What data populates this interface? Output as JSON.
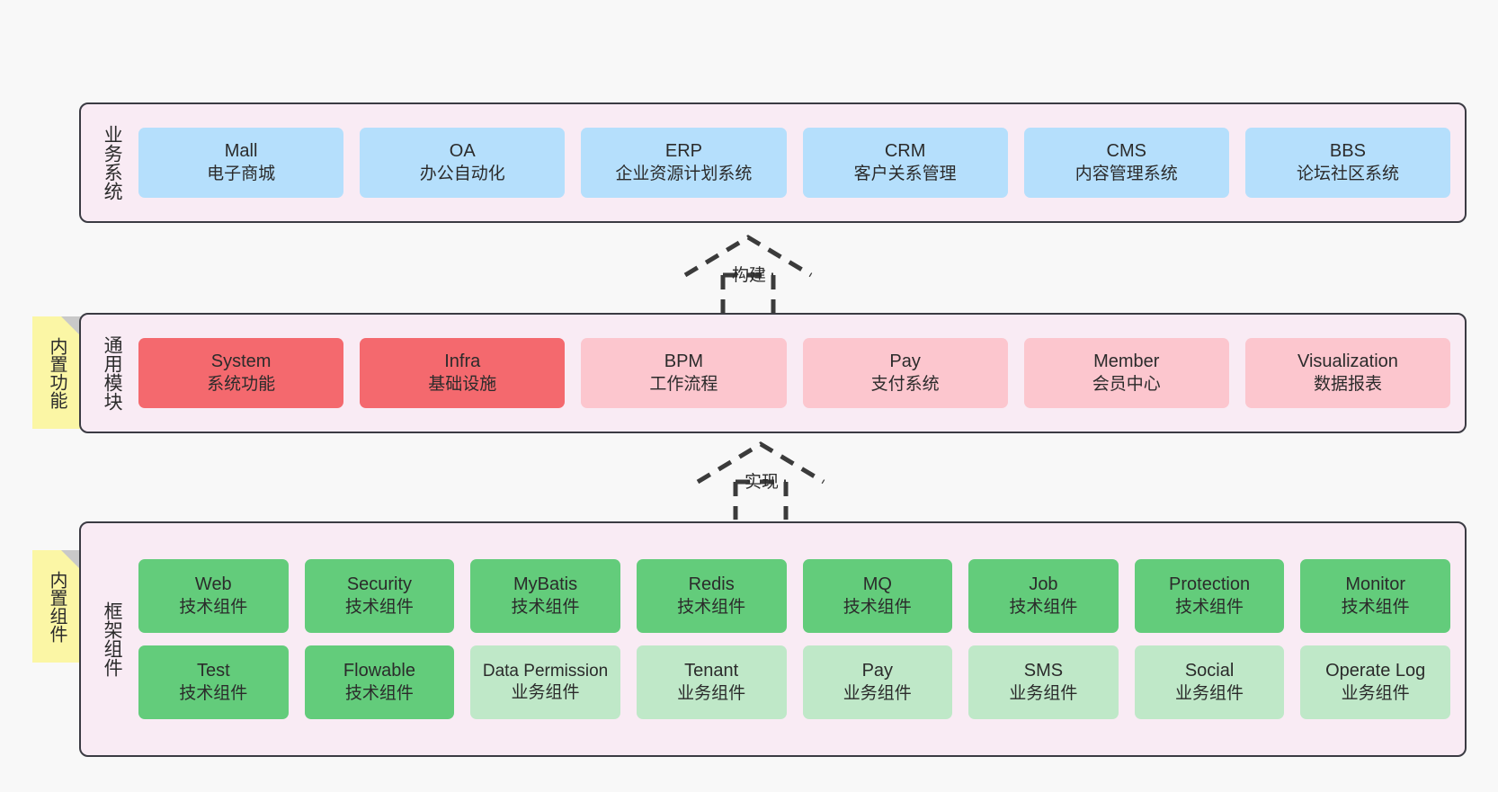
{
  "diagram": {
    "background": "#f8f8f8",
    "layer_fill": "#f9ebf4",
    "layer_border": "#3b3b43",
    "note_fill": "#fbf6a5",
    "note_fold": "#c9c9c9"
  },
  "notes": [
    {
      "name": "builtin-function-note",
      "text": "内置功能"
    },
    {
      "name": "builtin-component-note",
      "text": "内置组件"
    }
  ],
  "connectors": [
    {
      "name": "build-connector",
      "label": "构建",
      "style": "dashed-generalization-arrow-up"
    },
    {
      "name": "implement-connector",
      "label": "实现",
      "style": "dashed-generalization-arrow-up"
    }
  ],
  "layers": [
    {
      "id": "business",
      "title": "业务系统",
      "color": "#b5dffc",
      "rows": [
        {
          "cells": [
            {
              "title": "Mall",
              "subtitle": "电子商城",
              "color": "#b5dffc"
            },
            {
              "title": "OA",
              "subtitle": "办公自动化",
              "color": "#b5dffc"
            },
            {
              "title": "ERP",
              "subtitle": "企业资源计划系统",
              "color": "#b5dffc"
            },
            {
              "title": "CRM",
              "subtitle": "客户关系管理",
              "color": "#b5dffc"
            },
            {
              "title": "CMS",
              "subtitle": "内容管理系统",
              "color": "#b5dffc"
            },
            {
              "title": "BBS",
              "subtitle": "论坛社区系统",
              "color": "#b5dffc"
            }
          ]
        }
      ]
    },
    {
      "id": "modules",
      "title": "通用模块",
      "rows": [
        {
          "cells": [
            {
              "title": "System",
              "subtitle": "系统功能",
              "color": "#f4696e"
            },
            {
              "title": "Infra",
              "subtitle": "基础设施",
              "color": "#f4696e"
            },
            {
              "title": "BPM",
              "subtitle": "工作流程",
              "color": "#fcc6ce"
            },
            {
              "title": "Pay",
              "subtitle": "支付系统",
              "color": "#fcc6ce"
            },
            {
              "title": "Member",
              "subtitle": "会员中心",
              "color": "#fcc6ce"
            },
            {
              "title": "Visualization",
              "subtitle": "数据报表",
              "color": "#fcc6ce"
            }
          ]
        }
      ]
    },
    {
      "id": "framework",
      "title": "框架组件",
      "rows": [
        {
          "cells": [
            {
              "title": "Web",
              "subtitle": "技术组件",
              "color": "#63cc7b"
            },
            {
              "title": "Security",
              "subtitle": "技术组件",
              "color": "#63cc7b"
            },
            {
              "title": "MyBatis",
              "subtitle": "技术组件",
              "color": "#63cc7b"
            },
            {
              "title": "Redis",
              "subtitle": "技术组件",
              "color": "#63cc7b"
            },
            {
              "title": "MQ",
              "subtitle": "技术组件",
              "color": "#63cc7b"
            },
            {
              "title": "Job",
              "subtitle": "技术组件",
              "color": "#63cc7b"
            },
            {
              "title": "Protection",
              "subtitle": "技术组件",
              "color": "#63cc7b"
            },
            {
              "title": "Monitor",
              "subtitle": "技术组件",
              "color": "#63cc7b"
            }
          ]
        },
        {
          "cells": [
            {
              "title": "Test",
              "subtitle": "技术组件",
              "color": "#63cc7b"
            },
            {
              "title": "Flowable",
              "subtitle": "技术组件",
              "color": "#63cc7b"
            },
            {
              "title": "Data Permission",
              "subtitle": "业务组件",
              "color": "#bfe8c8"
            },
            {
              "title": "Tenant",
              "subtitle": "业务组件",
              "color": "#bfe8c8"
            },
            {
              "title": "Pay",
              "subtitle": "业务组件",
              "color": "#bfe8c8"
            },
            {
              "title": "SMS",
              "subtitle": "业务组件",
              "color": "#bfe8c8"
            },
            {
              "title": "Social",
              "subtitle": "业务组件",
              "color": "#bfe8c8"
            },
            {
              "title": "Operate Log",
              "subtitle": "业务组件",
              "color": "#bfe8c8"
            }
          ]
        }
      ]
    }
  ]
}
